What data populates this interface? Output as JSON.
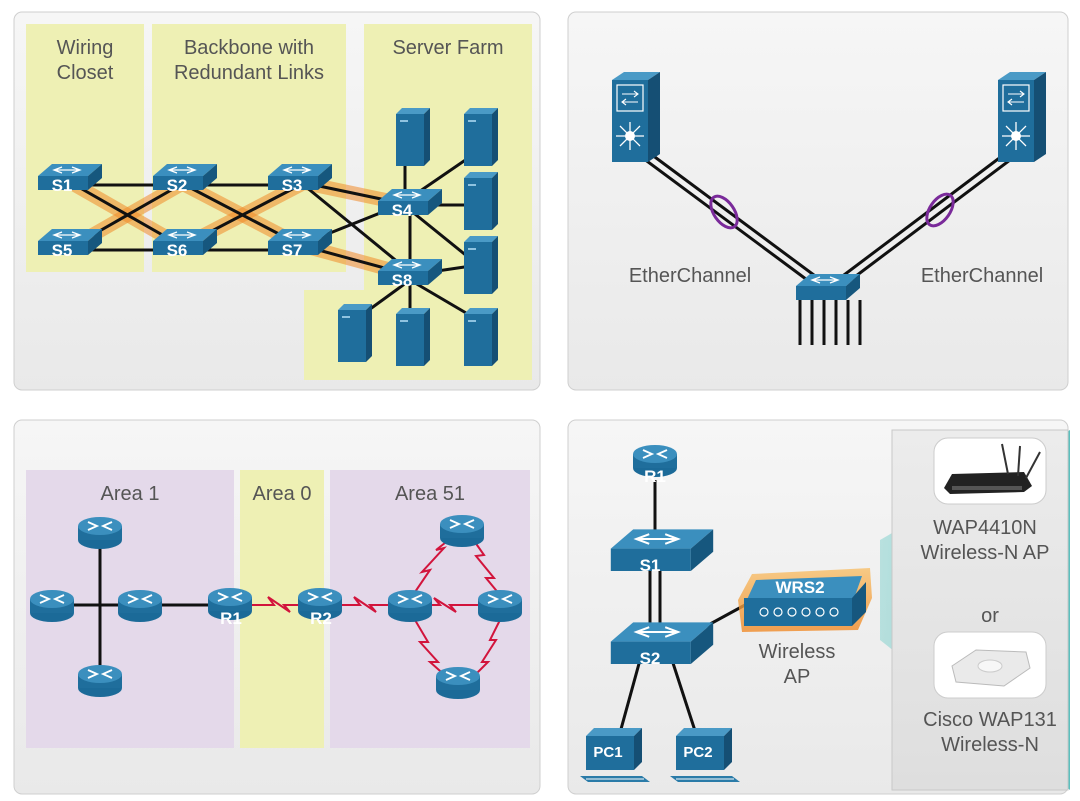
{
  "panel1": {
    "zones": {
      "wiring_closet": "Wiring\nCloset",
      "backbone": "Backbone with\nRedundant Links",
      "server_farm": "Server Farm"
    },
    "switches": [
      "S1",
      "S2",
      "S3",
      "S4",
      "S5",
      "S6",
      "S7",
      "S8"
    ]
  },
  "panel2": {
    "etherchannel_left": "EtherChannel",
    "etherchannel_right": "EtherChannel"
  },
  "panel3": {
    "areas": {
      "area1": "Area 1",
      "area0": "Area 0",
      "area51": "Area 51"
    },
    "routers": [
      "R1",
      "R2"
    ]
  },
  "panel4": {
    "router": "R1",
    "switches": [
      "S1",
      "S2"
    ],
    "wrs": "WRS2",
    "wireless_ap": "Wireless\nAP",
    "pcs": [
      "PC1",
      "PC2"
    ],
    "callout": {
      "ap1": "WAP4410N\nWireless-N AP",
      "or": "or",
      "ap2": "Cisco WAP131\nWireless-N"
    }
  },
  "colors": {
    "device": "#2a7ba8",
    "zone_yellow": "#eef0b4",
    "zone_purple": "#e4d9ea",
    "link_red": "#d2143c",
    "highlight": "#f08a28"
  }
}
